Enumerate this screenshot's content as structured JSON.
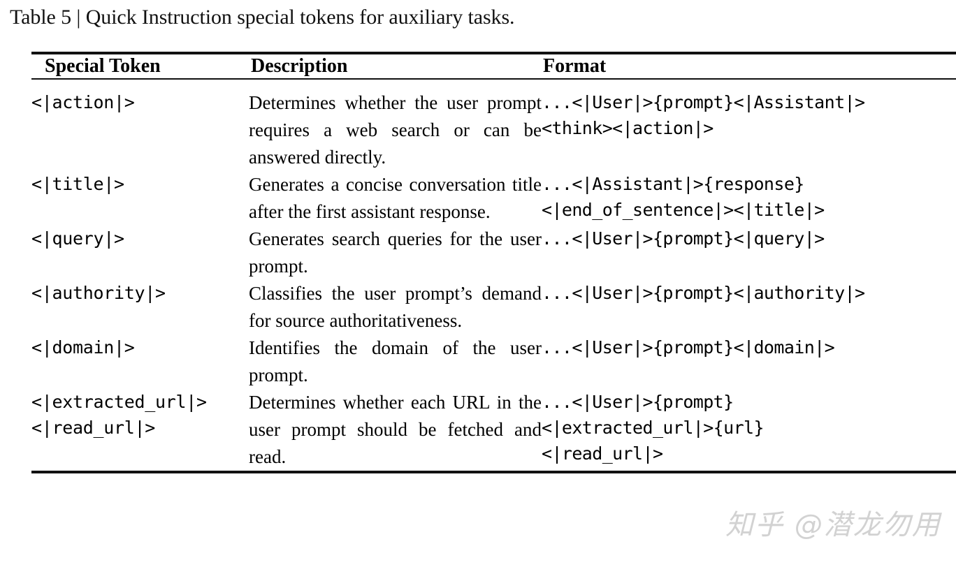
{
  "caption": {
    "label": "Table 5",
    "separator": "|",
    "text": "Table 5 | Quick Instruction special tokens for auxiliary tasks."
  },
  "table": {
    "columns": [
      {
        "key": "special_token",
        "header": "Special Token"
      },
      {
        "key": "description",
        "header": "Description"
      },
      {
        "key": "format",
        "header": "Format"
      }
    ],
    "rows": [
      {
        "special_token": "<|action|>",
        "special_token_extra": "",
        "description": "Determines whether the user prompt requires a web search or can be answered directly.",
        "format_lines": [
          "...<|User|>{prompt}<|Assistant|>",
          "<think><|action|>"
        ]
      },
      {
        "special_token": "<|title|>",
        "special_token_extra": "",
        "description": "Generates a concise conversa­tion title after the first assis­tant response.",
        "format_lines": [
          "...<|Assistant|>{response}",
          "<|end_of_sentence|><|title|>"
        ]
      },
      {
        "special_token": "<|query|>",
        "special_token_extra": "",
        "description": "Generates search queries for the user prompt.",
        "format_lines": [
          "...<|User|>{prompt}<|query|>"
        ]
      },
      {
        "special_token": "<|authority|>",
        "special_token_extra": "",
        "description": "Classifies the user prompt’s demand for source authorita­tiveness.",
        "format_lines": [
          "...<|User|>{prompt}<|authority|>"
        ]
      },
      {
        "special_token": "<|domain|>",
        "special_token_extra": "",
        "description": "Identifies the domain of the user prompt.",
        "format_lines": [
          "...<|User|>{prompt}<|domain|>"
        ]
      },
      {
        "special_token": "<|extracted_url|>",
        "special_token_extra": "<|read_url|>",
        "description": "Determines whether each URL in the user prompt should be fetched and read.",
        "format_lines": [
          "...<|User|>{prompt}",
          "<|extracted_url|>{url}",
          "<|read_url|>"
        ]
      }
    ]
  },
  "watermark": {
    "text": "知乎 @潜龙勿用"
  },
  "colors": {
    "text": "#000000",
    "rule": "#111111",
    "watermark": "#d2d2d2",
    "background": "#ffffff"
  }
}
